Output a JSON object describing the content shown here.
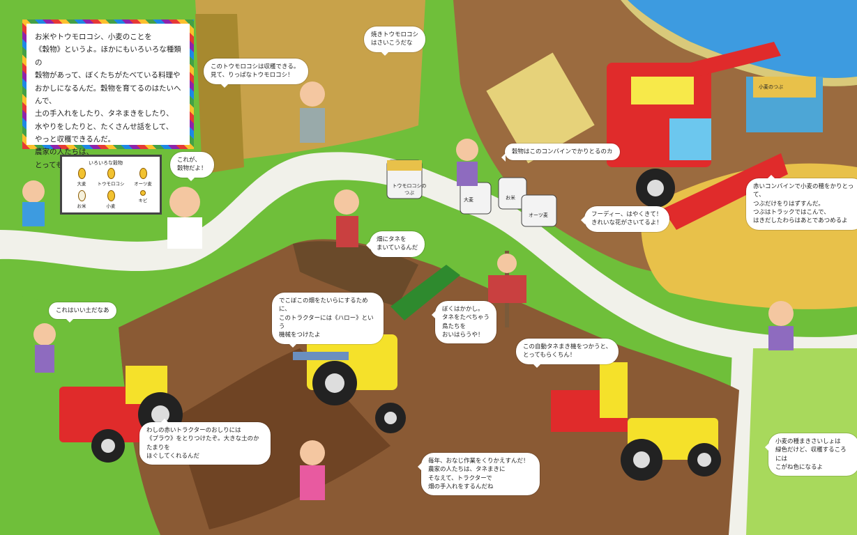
{
  "intro": {
    "text": "お米やトウモロコシ、小麦のことを\n《穀物》というよ。ほかにもいろいろな種類の\n穀物があって、ぼくたちがたべている料理や\nおかしになるんだ。穀物を育てるのはたいへんで、\n土の手入れをしたり、タネまきをしたり、\n水やりをしたりと、たくさんせ話をして、\nやっと収穫できるんだ。\n農家の人たちは、\nとってもはたらき者だね！"
  },
  "board": {
    "title": "いろいろな穀物",
    "items": [
      "大麦",
      "トウモロコシ",
      "オーツ麦",
      "お米",
      "小麦",
      "キビ"
    ]
  },
  "bubbles": {
    "chef_board": "これが、\n穀物だよ！",
    "corn_field": "このトウモロコシは収穫できる。\n見て、りっぱなトウモロコシ！",
    "roasted_corn": "焼きトウモロコシ\nはさいこうだな",
    "combine_grain": "穀物はこのコンバインでかりとるのカ",
    "combine_desc": "赤いコンバインで小麦の穂をかりとって、\nつぶだけをりはずすんだ。\nつぶはトラックではこんで、\nはきだしたわらはあとであつめるよ",
    "fordy": "フーディー、はやくきて！\nきれいな花がさいてるよ！",
    "seeds": "畑にタネを\nまいているんだ",
    "scarecrow": "ぼくはかかし。\nタネをたべちゃう\n鳥たちを\nおいはらうや！",
    "harrow": "でこぼこの畑をたいらにするために、\nこのトラクターには《ハロー》という\n機械をつけたよ",
    "good_soil": "これはいい土だなあ",
    "seeder": "この自動タネまき機をつかうと、\nとってもらくちん！",
    "plough": "わしの赤いトラクターのおしりには\n《プラウ》をとりつけたぞ。大きな土のかたまりを\nほぐしてくれるんだ",
    "farmers": "毎年、おなじ作業をくりかえすんだ！\n農家の人たちは、タネまきに\nそなえて、トラクターで\n畑の手入れをするんだね",
    "wheat_harvest": "小麦の種まきさいしょは\n緑色だけど、収穫するころには\nこがね色になるよ"
  },
  "labels": {
    "corn_grain": "トウモロコシのつぶ",
    "oats": "オーツ麦",
    "rice": "お米",
    "barley": "大麦",
    "wheat_grain": "小麦のつぶ"
  },
  "colors": {
    "grass": "#6fbf3a",
    "field_brown": "#8a5a34",
    "road": "#f1f1ea",
    "water": "#3d9be0",
    "combine_red": "#e02b2b",
    "wheat": "#e8c14a",
    "tractor_yellow": "#f5e12a"
  }
}
